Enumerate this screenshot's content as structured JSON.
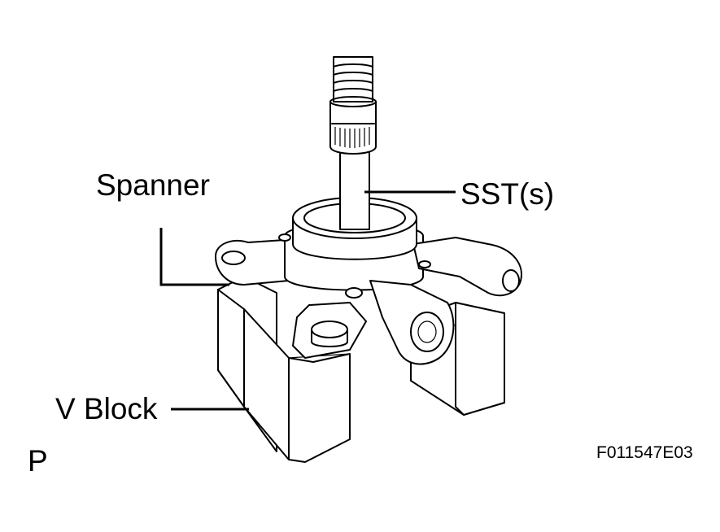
{
  "labels": {
    "spanner": "Spanner",
    "sst": "SST(s)",
    "v_block": "V Block",
    "corner": "P",
    "figure_code": "F011547E03"
  }
}
